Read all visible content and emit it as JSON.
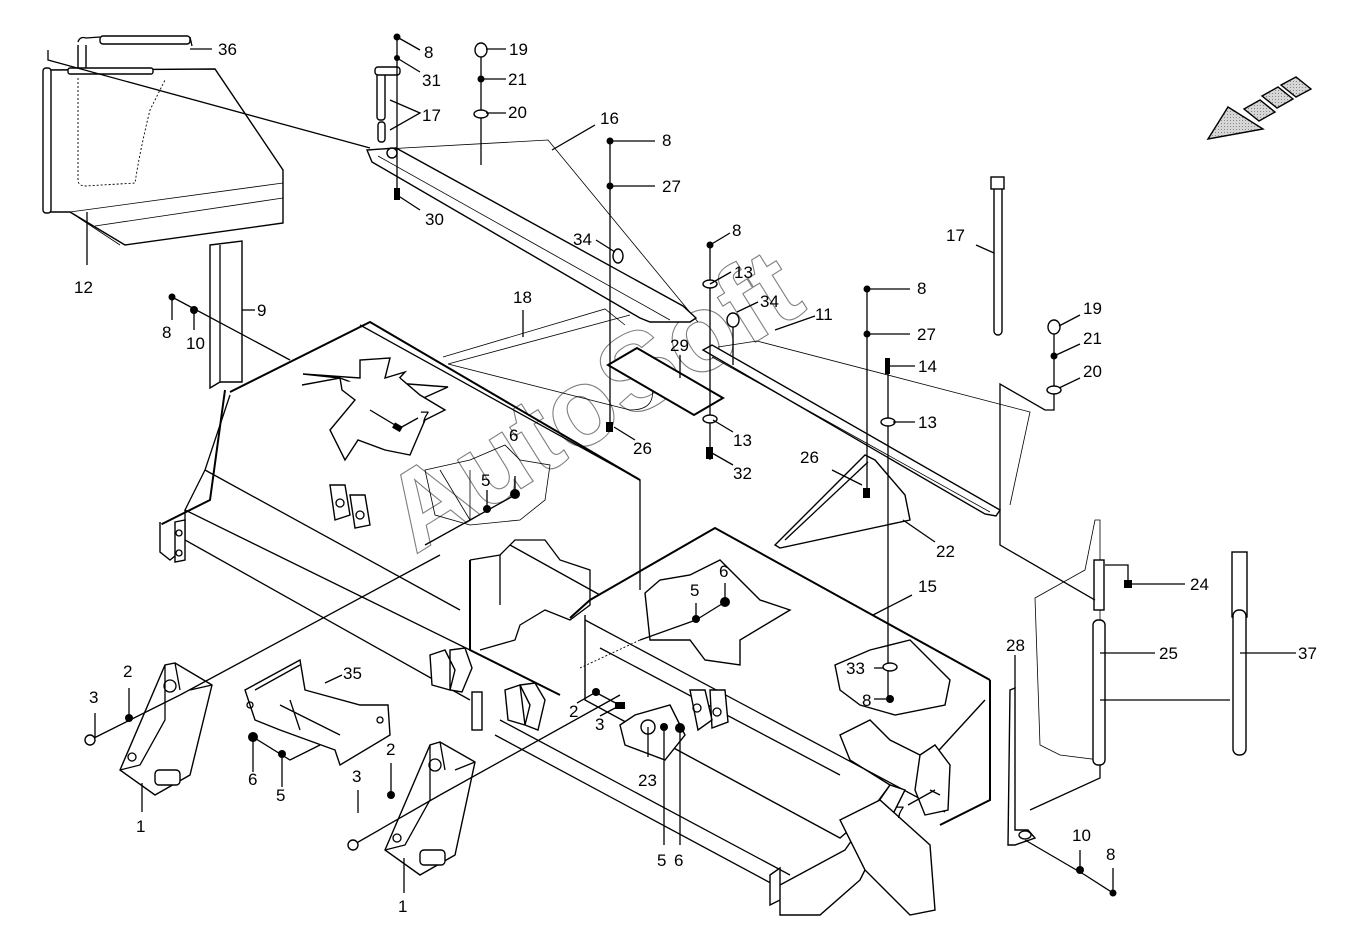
{
  "diagram": {
    "type": "exploded-parts-view",
    "subject": "Mower deck housing assembly",
    "watermark": "AutoSoft",
    "orientation_icon": "direction-arrow-icon",
    "callouts": [
      {
        "id": "c36",
        "label": "36"
      },
      {
        "id": "c12",
        "label": "12"
      },
      {
        "id": "c8a",
        "label": "8"
      },
      {
        "id": "c31",
        "label": "31"
      },
      {
        "id": "c17a",
        "label": "17"
      },
      {
        "id": "c30",
        "label": "30"
      },
      {
        "id": "c19a",
        "label": "19"
      },
      {
        "id": "c21a",
        "label": "21"
      },
      {
        "id": "c20a",
        "label": "20"
      },
      {
        "id": "c16",
        "label": "16"
      },
      {
        "id": "c8b",
        "label": "8"
      },
      {
        "id": "c27a",
        "label": "27"
      },
      {
        "id": "c34a",
        "label": "34"
      },
      {
        "id": "c8c",
        "label": "8"
      },
      {
        "id": "c13a",
        "label": "13"
      },
      {
        "id": "c34b",
        "label": "34"
      },
      {
        "id": "c9",
        "label": "9"
      },
      {
        "id": "c8d",
        "label": "8"
      },
      {
        "id": "c10a",
        "label": "10"
      },
      {
        "id": "c18",
        "label": "18"
      },
      {
        "id": "c29",
        "label": "29"
      },
      {
        "id": "c11",
        "label": "11"
      },
      {
        "id": "c8e",
        "label": "8"
      },
      {
        "id": "c27b",
        "label": "27"
      },
      {
        "id": "c14",
        "label": "14"
      },
      {
        "id": "c13b",
        "label": "13"
      },
      {
        "id": "c13c",
        "label": "13"
      },
      {
        "id": "c32",
        "label": "32"
      },
      {
        "id": "c26a",
        "label": "26"
      },
      {
        "id": "c26b",
        "label": "26"
      },
      {
        "id": "c7a",
        "label": "7"
      },
      {
        "id": "c5a",
        "label": "5"
      },
      {
        "id": "c6a",
        "label": "6"
      },
      {
        "id": "c17b",
        "label": "17"
      },
      {
        "id": "c19b",
        "label": "19"
      },
      {
        "id": "c21b",
        "label": "21"
      },
      {
        "id": "c20b",
        "label": "20"
      },
      {
        "id": "c22",
        "label": "22"
      },
      {
        "id": "c15",
        "label": "15"
      },
      {
        "id": "c24",
        "label": "24"
      },
      {
        "id": "c5b",
        "label": "5"
      },
      {
        "id": "c6b",
        "label": "6"
      },
      {
        "id": "c28",
        "label": "28"
      },
      {
        "id": "c25",
        "label": "25"
      },
      {
        "id": "c37",
        "label": "37"
      },
      {
        "id": "c33",
        "label": "33"
      },
      {
        "id": "c8f",
        "label": "8"
      },
      {
        "id": "c35",
        "label": "35"
      },
      {
        "id": "c2a",
        "label": "2"
      },
      {
        "id": "c3a",
        "label": "3"
      },
      {
        "id": "c1a",
        "label": "1"
      },
      {
        "id": "c6c",
        "label": "6"
      },
      {
        "id": "c5c",
        "label": "5"
      },
      {
        "id": "c2b",
        "label": "2"
      },
      {
        "id": "c3b",
        "label": "3"
      },
      {
        "id": "c1b",
        "label": "1"
      },
      {
        "id": "c2c",
        "label": "2"
      },
      {
        "id": "c3c",
        "label": "3"
      },
      {
        "id": "c23",
        "label": "23"
      },
      {
        "id": "c5d",
        "label": "5"
      },
      {
        "id": "c6d",
        "label": "6"
      },
      {
        "id": "c7b",
        "label": "7"
      },
      {
        "id": "c10b",
        "label": "10"
      },
      {
        "id": "c8g",
        "label": "8"
      }
    ]
  }
}
